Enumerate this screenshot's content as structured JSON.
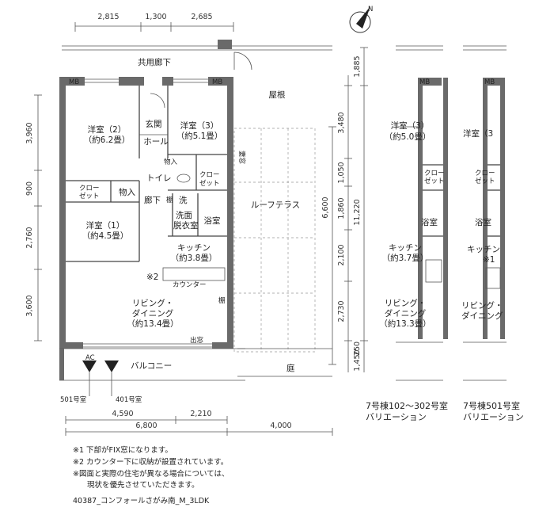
{
  "compass_label": "N",
  "rooms": {
    "corridor": "共用廊下",
    "roof": "屋根",
    "western2_name": "洋室（2）",
    "western2_size": "（約6.2畳）",
    "entrance": "玄関",
    "hall": "ホール",
    "western3_name": "洋室（3）",
    "western3_size": "（約5.1畳）",
    "storage_top": "物入",
    "toilet": "トイレ",
    "closet_a1": "クロー",
    "closet_a2": "ゼット",
    "closet_b1": "クロー",
    "closet_b2": "ゼット",
    "storage_left": "物入",
    "hallway": "廊下",
    "shelf": "棚",
    "wash": "洗",
    "washroom1": "洗面",
    "washroom2": "脱衣室",
    "bath": "浴室",
    "roof_terrace": "ルーフテラス",
    "western1_name": "洋室（1）",
    "western1_size": "（約4.5畳）",
    "kitchen_name": "キッチン",
    "kitchen_size": "（約3.8畳）",
    "note2_mark": "※2",
    "counter": "カウンター",
    "shelf2": "棚",
    "living1": "リビング・",
    "living2": "ダイニング",
    "living_size": "（約13.4畳）",
    "balcony": "バルコニー",
    "window_out": "出窓",
    "garden": "庭",
    "gable": "妻窓",
    "mb": "MB"
  },
  "dimensions": {
    "top": [
      "2,815",
      "1,300",
      "2,685"
    ],
    "left": [
      "3,960",
      "900",
      "2,760",
      "3,600"
    ],
    "right_inner": [
      "3,480",
      "1,050",
      "1,860",
      "2,100",
      "2,730"
    ],
    "right_outer": [
      "1,885",
      "11,220",
      "1,450",
      "250"
    ],
    "terrace": "6,600",
    "bottom1": [
      "4,590",
      "2,210"
    ],
    "bottom2": [
      "6,800",
      "4,000"
    ]
  },
  "labels": {
    "unit501": "501号室",
    "unit401": "401号室",
    "ac": "AC"
  },
  "variation_a": {
    "room_name": "洋室（3）",
    "room_size": "（約5.0畳）",
    "closet1": "クロー",
    "closet2": "ゼット",
    "bath": "浴室",
    "kitchen": "キッチン",
    "kitchen_size": "（約3.7畳）",
    "living1": "リビング・",
    "living2": "ダイニング",
    "living_size": "（約13.3畳）",
    "caption1": "7号棟102～302号室",
    "caption2": "バリエーション"
  },
  "variation_b": {
    "room_name": "洋室（3",
    "closet1": "クロー",
    "closet2": "ゼット",
    "bath": "浴室",
    "kitchen": "キッチン",
    "kitchen_note": "※1",
    "living1": "リビング・",
    "living2": "ダイニング",
    "caption1": "7号棟501号室",
    "caption2": "バリエーション"
  },
  "notes": [
    "※1  下部がFIX窓になります。",
    "※2  カウンター下に収納が設置されています。",
    "※図面と実際の住宅が異なる場合については、",
    "現状を優先させていただきます。"
  ],
  "footer": "40387_コンフォールさがみ南_M_3LDK"
}
